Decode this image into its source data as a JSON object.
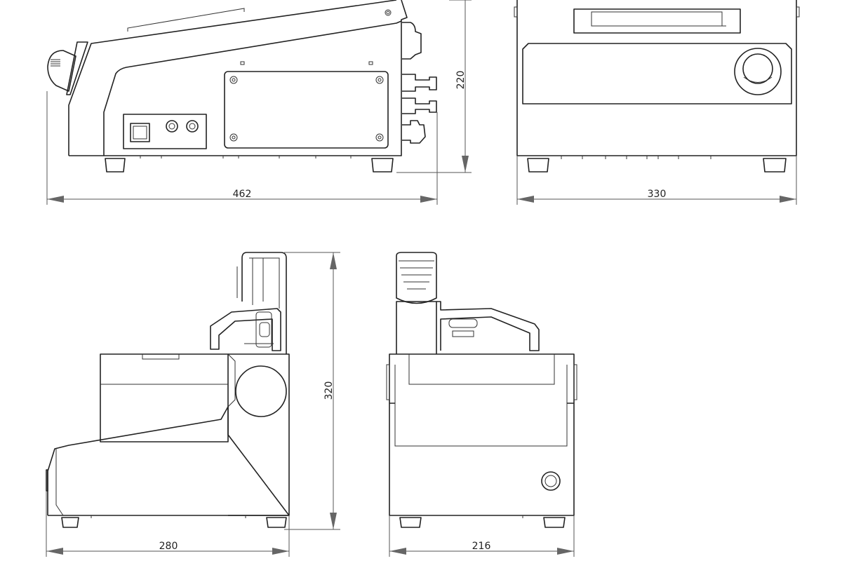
{
  "drawing": {
    "views": [
      {
        "name": "side-view-top",
        "dimensions": {
          "width": "462",
          "height": "220"
        }
      },
      {
        "name": "front-view-top",
        "dimensions": {
          "width": "330"
        }
      },
      {
        "name": "side-view-bottom",
        "dimensions": {
          "width": "280",
          "height": "320"
        }
      },
      {
        "name": "front-view-bottom",
        "dimensions": {
          "width": "216"
        }
      }
    ],
    "line_color": "#222222",
    "dimension_color": "#666666"
  }
}
